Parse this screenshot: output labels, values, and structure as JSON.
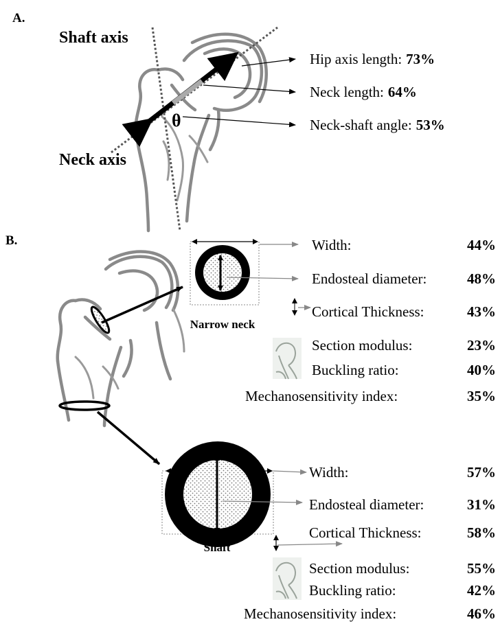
{
  "panel_a": {
    "label": "A.",
    "shaft_axis": "Shaft axis",
    "neck_axis": "Neck axis",
    "theta": "θ",
    "rows": [
      {
        "label": "Hip axis length:",
        "value": "73%"
      },
      {
        "label": "Neck length:",
        "value": "64%"
      },
      {
        "label": "Neck-shaft angle:",
        "value": "53%"
      }
    ]
  },
  "panel_b": {
    "label": "B.",
    "narrow_neck": {
      "caption": "Narrow neck",
      "rows": [
        {
          "label": "Width:",
          "value": "44%"
        },
        {
          "label": "Endosteal diameter:",
          "value": "48%"
        },
        {
          "label": "Cortical Thickness:",
          "value": "43%"
        },
        {
          "label": "Section modulus:",
          "value": "23%"
        },
        {
          "label": "Buckling ratio:",
          "value": "40%"
        },
        {
          "label": "Mechanosensitivity index:",
          "value": "35%"
        }
      ]
    },
    "shaft": {
      "caption": "Shaft",
      "rows": [
        {
          "label": "Width:",
          "value": "57%"
        },
        {
          "label": "Endosteal diameter:",
          "value": "31%"
        },
        {
          "label": "Cortical Thickness:",
          "value": "58%"
        },
        {
          "label": "Section modulus:",
          "value": "55%"
        },
        {
          "label": "Buckling ratio:",
          "value": "42%"
        },
        {
          "label": "Mechanosensitivity index:",
          "value": "46%"
        }
      ]
    }
  }
}
